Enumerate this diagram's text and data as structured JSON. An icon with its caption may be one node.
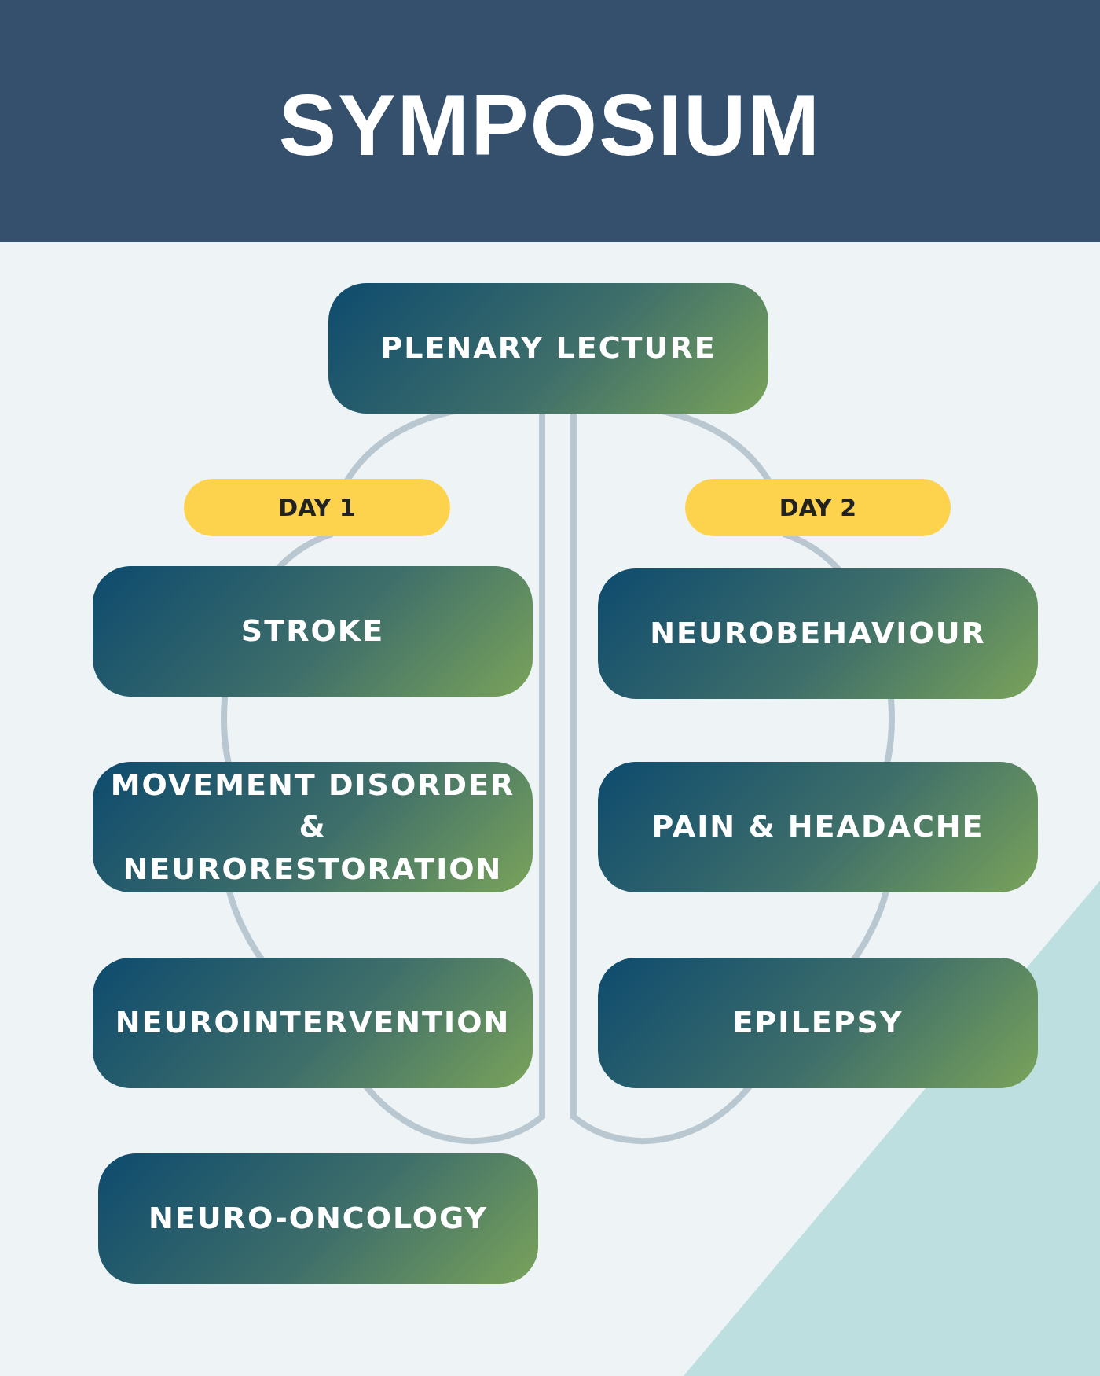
{
  "diagram": {
    "title": "SYMPOSIUM",
    "nodes": [
      {
        "text": [
          "PLENARY LECTURE"
        ]
      },
      {
        "text": [
          "DAY 1"
        ]
      },
      {
        "text": [
          "DAY 2"
        ]
      },
      {
        "text": [
          "STROKE"
        ]
      },
      {
        "text": [
          "NEUROBEHAVIOUR"
        ]
      },
      {
        "text": [
          "MOVEMENT DISORDER & NEURORESTORATION"
        ]
      },
      {
        "text": [
          "PAIN & HEADACHE"
        ]
      },
      {
        "text": [
          "NEUROINTERVENTION"
        ]
      },
      {
        "text": [
          "EPILEPSY"
        ]
      },
      {
        "text": [
          "NEURO-ONCOLOGY"
        ]
      }
    ]
  }
}
